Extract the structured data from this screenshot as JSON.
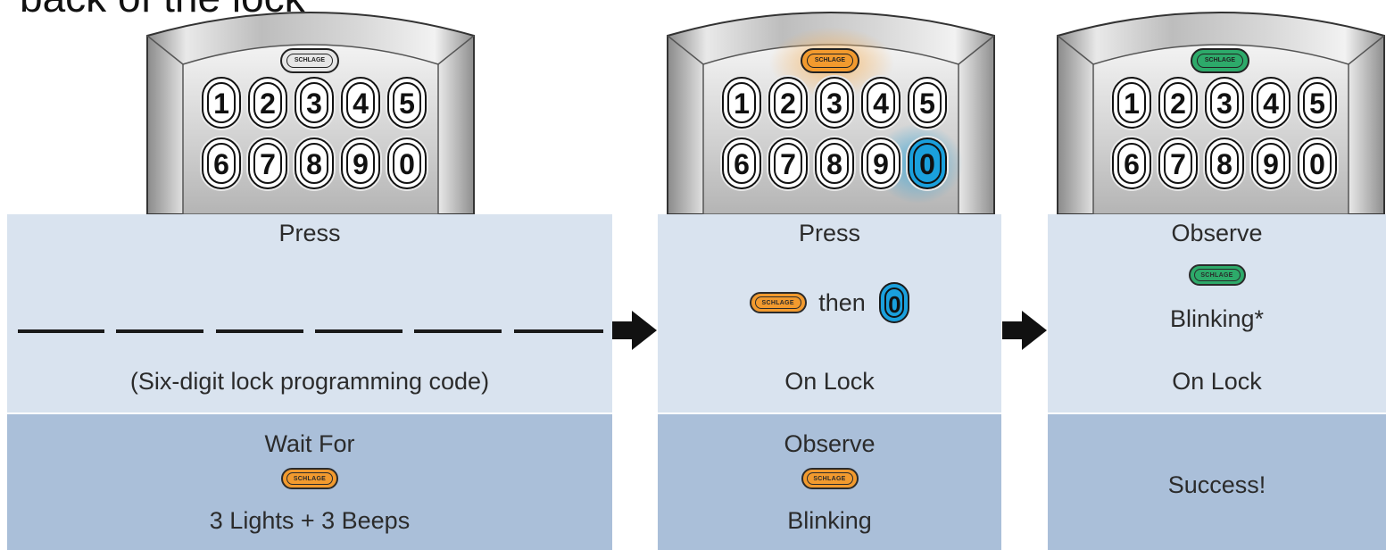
{
  "header": {
    "text": "back of the lock"
  },
  "lock": {
    "brand": "SCHLAGE",
    "digits_row1": [
      "1",
      "2",
      "3",
      "4",
      "5"
    ],
    "digits_row2": [
      "6",
      "7",
      "8",
      "9",
      "0"
    ]
  },
  "steps": [
    {
      "top_title": "Press",
      "top_caption": "(Six-digit lock programming code)",
      "bottom_title": "Wait For",
      "bottom_caption": "3 Lights + 3 Beeps",
      "logo_color": "orange"
    },
    {
      "top_title": "Press",
      "then_text": "then",
      "zero_label": "0",
      "top_caption": "On Lock",
      "bottom_title": "Observe",
      "bottom_caption": "Blinking",
      "logo_color": "orange"
    },
    {
      "top_title": "Observe",
      "top_middle": "Blinking*",
      "top_caption": "On Lock",
      "bottom_title": "Success!",
      "logo_color": "green"
    }
  ],
  "colors": {
    "panel_top": "#d9e3ef",
    "panel_bottom": "#aabfd9",
    "orange": "#f29a2e",
    "green": "#2daa6a",
    "blue": "#1aa0dd"
  },
  "icons": [
    "lock-keypad-icon",
    "schlage-logo-icon",
    "right-arrow-icon"
  ]
}
